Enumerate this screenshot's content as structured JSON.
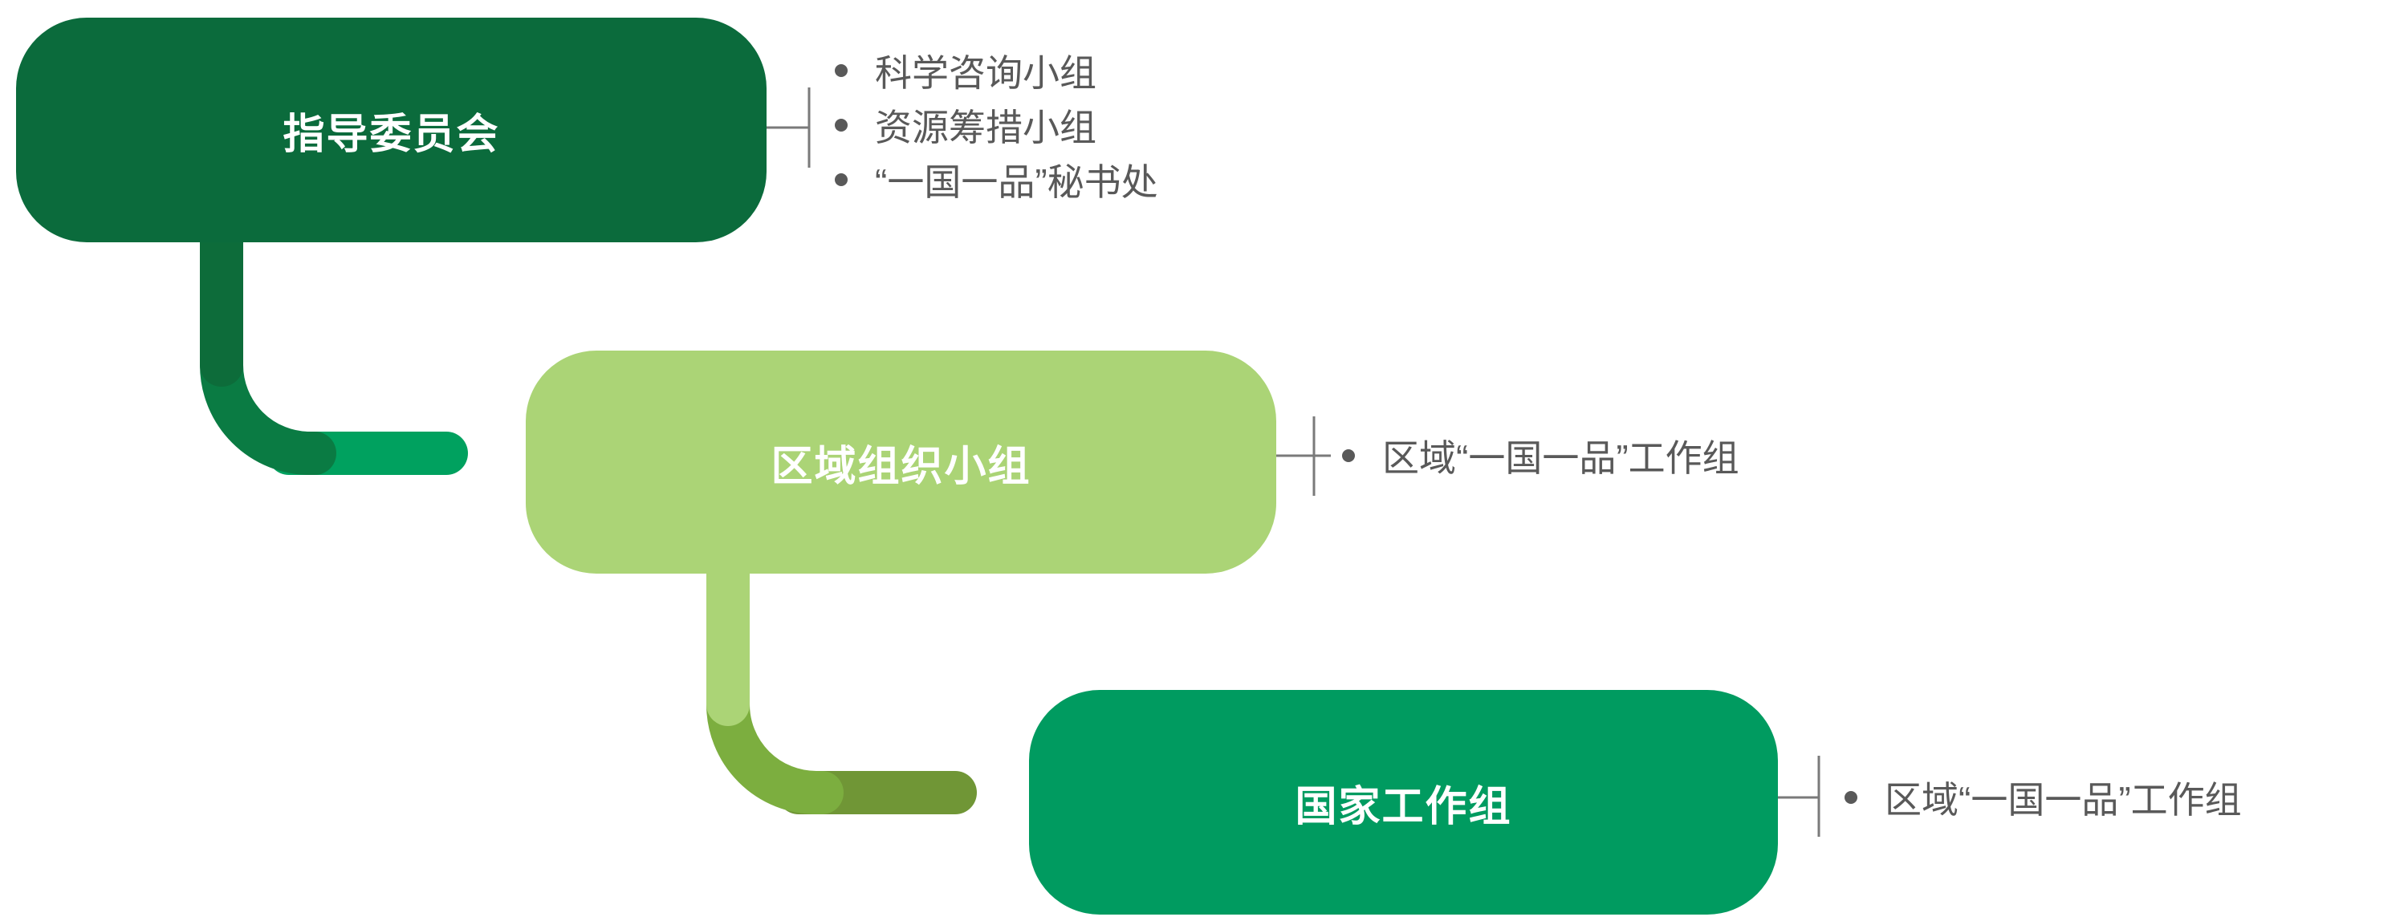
{
  "diagram": {
    "background_color": "#ffffff",
    "bullet_text_color": "#595959",
    "bullet_dot_color": "#595959",
    "line_color": "#7a7a7a",
    "nodes": [
      {
        "id": "steering-committee",
        "label": "指导委员会",
        "fill": "#0B6B3C",
        "label_color": "#ffffff",
        "bullets": [
          "科学咨询小组",
          "资源筹措小组",
          "“一国一品”秘书处"
        ]
      },
      {
        "id": "regional-organizing-group",
        "label": "区域组织小组",
        "fill": "#ABD476",
        "label_color": "#ffffff",
        "bullets": [
          "区域“一国一品”工作组"
        ]
      },
      {
        "id": "national-working-group",
        "label": "国家工作组",
        "fill": "#009B60",
        "label_color": "#ffffff",
        "bullets": [
          "区域“一国一品”工作组"
        ]
      }
    ],
    "connectors": [
      {
        "from": "steering-committee",
        "to": "regional-organizing-group",
        "stem_color": "#0D6C3A",
        "curve_color": "#0A7B43",
        "tail_color": "#00A15F"
      },
      {
        "from": "regional-organizing-group",
        "to": "national-working-group",
        "stem_color": "#ABD476",
        "curve_color": "#7CAE3F",
        "tail_color": "#709636"
      }
    ]
  }
}
